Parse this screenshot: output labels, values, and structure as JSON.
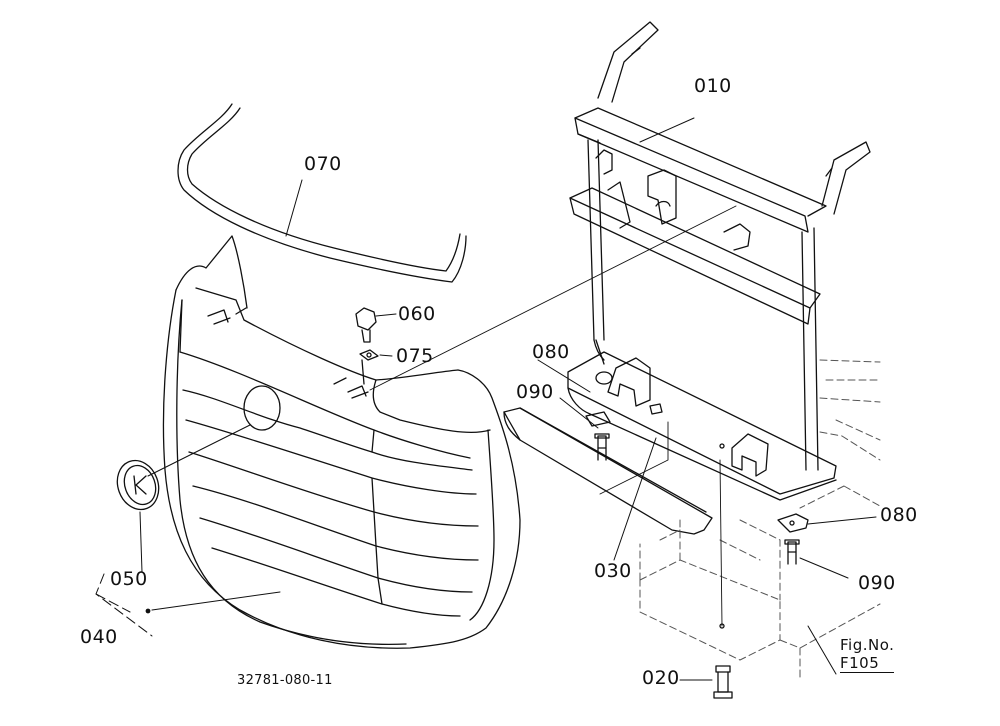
{
  "parts": {
    "p010": "010",
    "p070": "070",
    "p060": "060",
    "p075": "075",
    "p080_top": "080",
    "p090_top": "090",
    "p080_bottom": "080",
    "p090_bottom": "090",
    "p050": "050",
    "p040": "040",
    "p030": "030",
    "p020": "020"
  },
  "figure_ref": {
    "line1": "Fig.No.",
    "line2": "F105"
  },
  "drawing_number": "32781-080-11",
  "colors": {
    "ink": "#111111",
    "hidden": "#555555",
    "background": "#ffffff"
  }
}
